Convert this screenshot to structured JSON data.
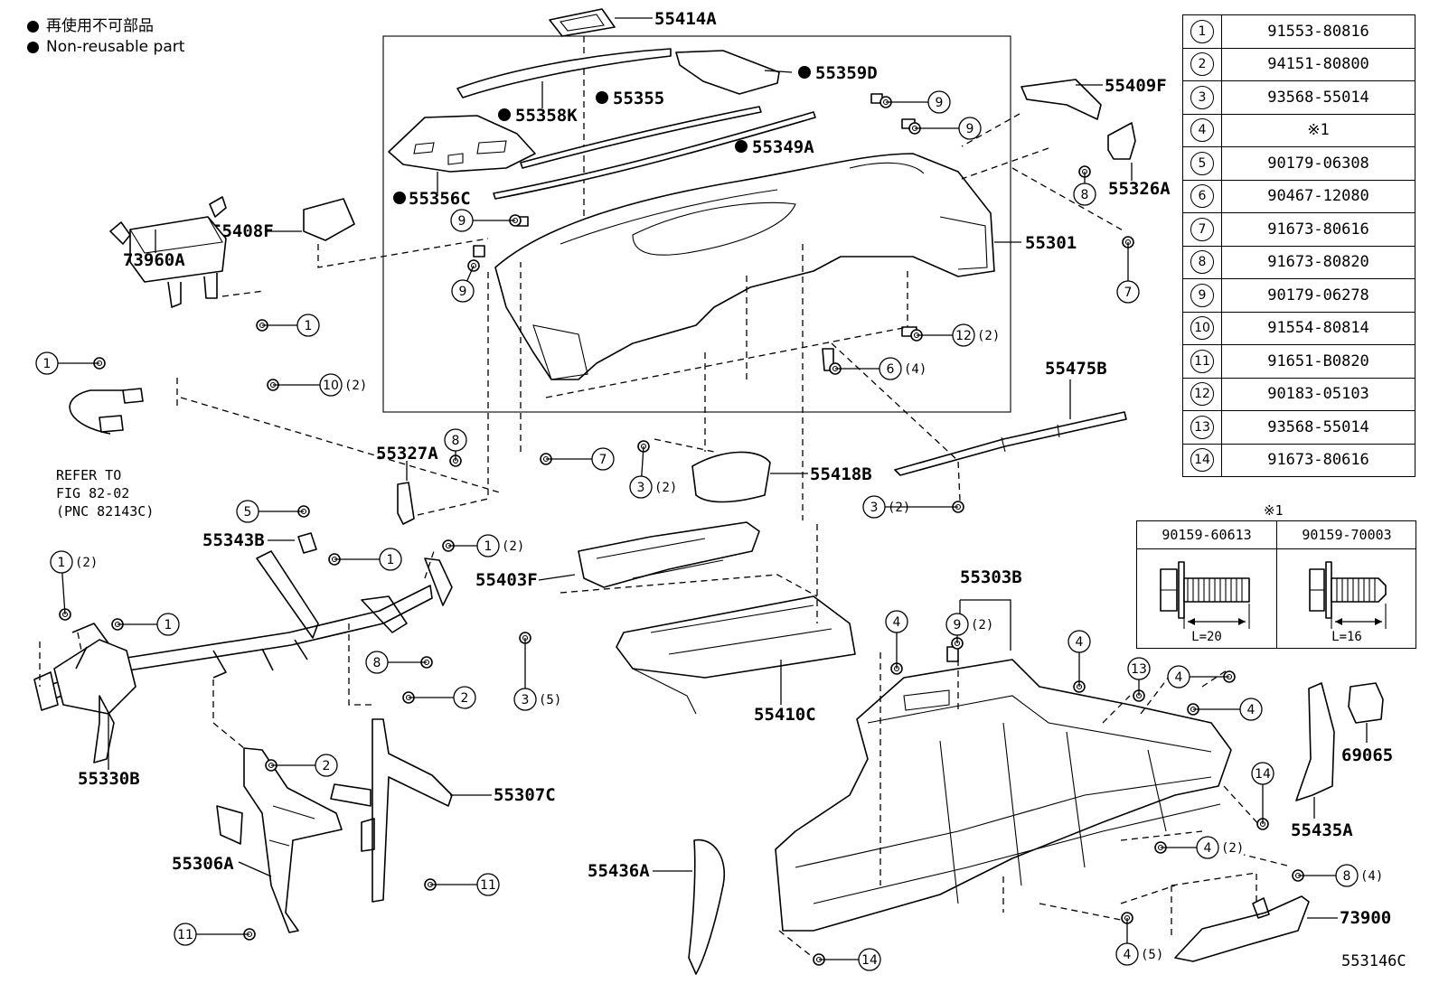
{
  "legend": {
    "line1": "再使用不可部品",
    "line2": "Non-reusable part"
  },
  "figure_code": "553146C",
  "refer_note": "REFER TO\nFIG 82-02\n(PNC 82143C)",
  "parts_table": [
    {
      "num": "1",
      "part": "91553-80816"
    },
    {
      "num": "2",
      "part": "94151-80800"
    },
    {
      "num": "3",
      "part": "93568-55014"
    },
    {
      "num": "4",
      "part": "※1"
    },
    {
      "num": "5",
      "part": "90179-06308"
    },
    {
      "num": "6",
      "part": "90467-12080"
    },
    {
      "num": "7",
      "part": "91673-80616"
    },
    {
      "num": "8",
      "part": "91673-80820"
    },
    {
      "num": "9",
      "part": "90179-06278"
    },
    {
      "num": "10",
      "part": "91554-80814"
    },
    {
      "num": "11",
      "part": "91651-B0820"
    },
    {
      "num": "12",
      "part": "90183-05103"
    },
    {
      "num": "13",
      "part": "93568-55014"
    },
    {
      "num": "14",
      "part": "91673-80616"
    }
  ],
  "note_mark": "※1",
  "bolt_refs": [
    {
      "part": "90159-60613",
      "length": "L=20"
    },
    {
      "part": "90159-70003",
      "length": "L=16"
    }
  ],
  "callouts": {
    "p55414A": "55414A",
    "p55359D": "55359D",
    "p55355": "55355",
    "p55358K": "55358K",
    "p55349A": "55349A",
    "p55356C": "55356C",
    "p55409F": "55409F",
    "p55326A": "55326A",
    "p55301": "55301",
    "p55408F": "55408F",
    "p73960A": "73960A",
    "p55475B": "55475B",
    "p55327A": "55327A",
    "p55418B": "55418B",
    "p55343B": "55343B",
    "p55403F": "55403F",
    "p55303B": "55303B",
    "p55410C": "55410C",
    "p55330B": "55330B",
    "p55307C": "55307C",
    "p69065": "69065",
    "p55306A": "55306A",
    "p55435A": "55435A",
    "p55436A": "55436A",
    "p73900": "73900"
  },
  "quantities": {
    "q2": "(2)",
    "q4": "(4)",
    "q5": "(5)"
  },
  "reference_numbers": [
    "1",
    "2",
    "3",
    "4",
    "5",
    "6",
    "7",
    "8",
    "9",
    "10",
    "11",
    "12",
    "13",
    "14"
  ]
}
